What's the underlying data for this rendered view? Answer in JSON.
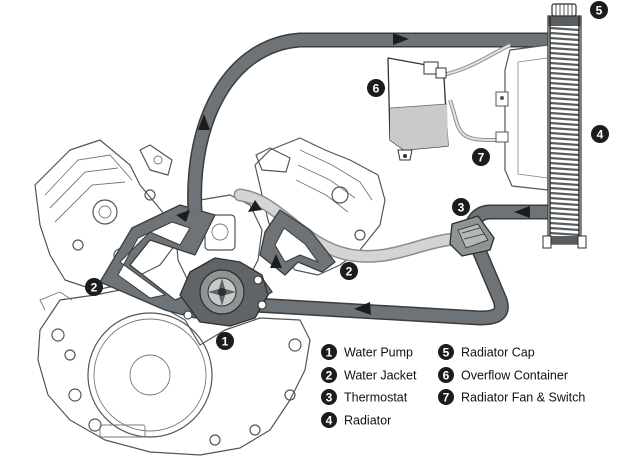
{
  "colors": {
    "hose": "#6d7376",
    "hose_edge": "#3a3d3f",
    "return_hose": "#d3d4d3",
    "return_edge": "#8c8e8d",
    "coolant": "#c9cbca",
    "fins": "#5a5d5f",
    "badge": "#1c1c1c",
    "engine_line": "#555555"
  },
  "callouts": [
    {
      "id": "1",
      "num": "1"
    },
    {
      "id": "2a",
      "num": "2"
    },
    {
      "id": "2b",
      "num": "2"
    },
    {
      "id": "3",
      "num": "3"
    },
    {
      "id": "4",
      "num": "4"
    },
    {
      "id": "5",
      "num": "5"
    },
    {
      "id": "6",
      "num": "6"
    },
    {
      "id": "7",
      "num": "7"
    }
  ],
  "legend": [
    {
      "num": "1",
      "label": "Water Pump"
    },
    {
      "num": "2",
      "label": "Water Jacket"
    },
    {
      "num": "3",
      "label": "Thermostat"
    },
    {
      "num": "4",
      "label": "Radiator"
    },
    {
      "num": "5",
      "label": "Radiator Cap"
    },
    {
      "num": "6",
      "label": "Overflow Container"
    },
    {
      "num": "7",
      "label": "Radiator Fan & Switch"
    }
  ]
}
